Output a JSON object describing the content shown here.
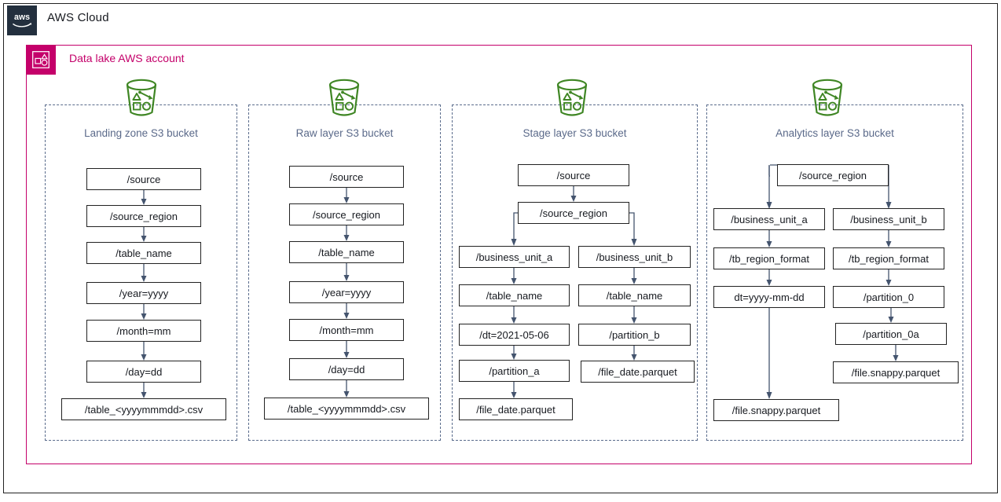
{
  "cloud": {
    "title": "AWS Cloud",
    "logo_icon": "aws-logo-icon",
    "border_color": "#222222"
  },
  "account": {
    "title": "Data lake AWS account",
    "icon": "aws-account-icon",
    "accent_color": "#C4006A"
  },
  "bucket_icon_color": "#3F8624",
  "group_label_color": "#5B6A8A",
  "groups": [
    {
      "id": "landing-zone",
      "title": "Landing zone S3 bucket",
      "icon": "s3-bucket-icon",
      "nodes": [
        "/source",
        "/source_region",
        "/table_name",
        "/year=yyyy",
        "/month=mm",
        "/day=dd",
        "/table_<yyyymmmdd>.csv"
      ]
    },
    {
      "id": "raw-layer",
      "title": "Raw layer S3 bucket",
      "icon": "s3-bucket-icon",
      "nodes": [
        "/source",
        "/source_region",
        "/table_name",
        "/year=yyyy",
        "/month=mm",
        "/day=dd",
        "/table_<yyyymmmdd>.csv"
      ]
    },
    {
      "id": "stage-layer",
      "title": "Stage layer S3 bucket",
      "icon": "s3-bucket-icon",
      "root": [
        "/source",
        "/source_region"
      ],
      "branch_a": [
        "/business_unit_a",
        "/table_name",
        "/dt=2021-05-06",
        "/partition_a",
        "/file_date.parquet"
      ],
      "branch_b": [
        "/business_unit_b",
        "/table_name",
        "/partition_b",
        "/file_date.parquet"
      ]
    },
    {
      "id": "analytics-layer",
      "title": "Analytics layer S3 bucket",
      "icon": "s3-bucket-icon",
      "root": [
        "/source_region"
      ],
      "branch_a": [
        "/business_unit_a",
        "/tb_region_format",
        "dt=yyyy-mm-dd",
        "/file.snappy.parquet"
      ],
      "branch_b": [
        "/business_unit_b",
        "/tb_region_format",
        "/partition_0",
        "/partition_0a",
        "/file.snappy.parquet"
      ]
    }
  ]
}
